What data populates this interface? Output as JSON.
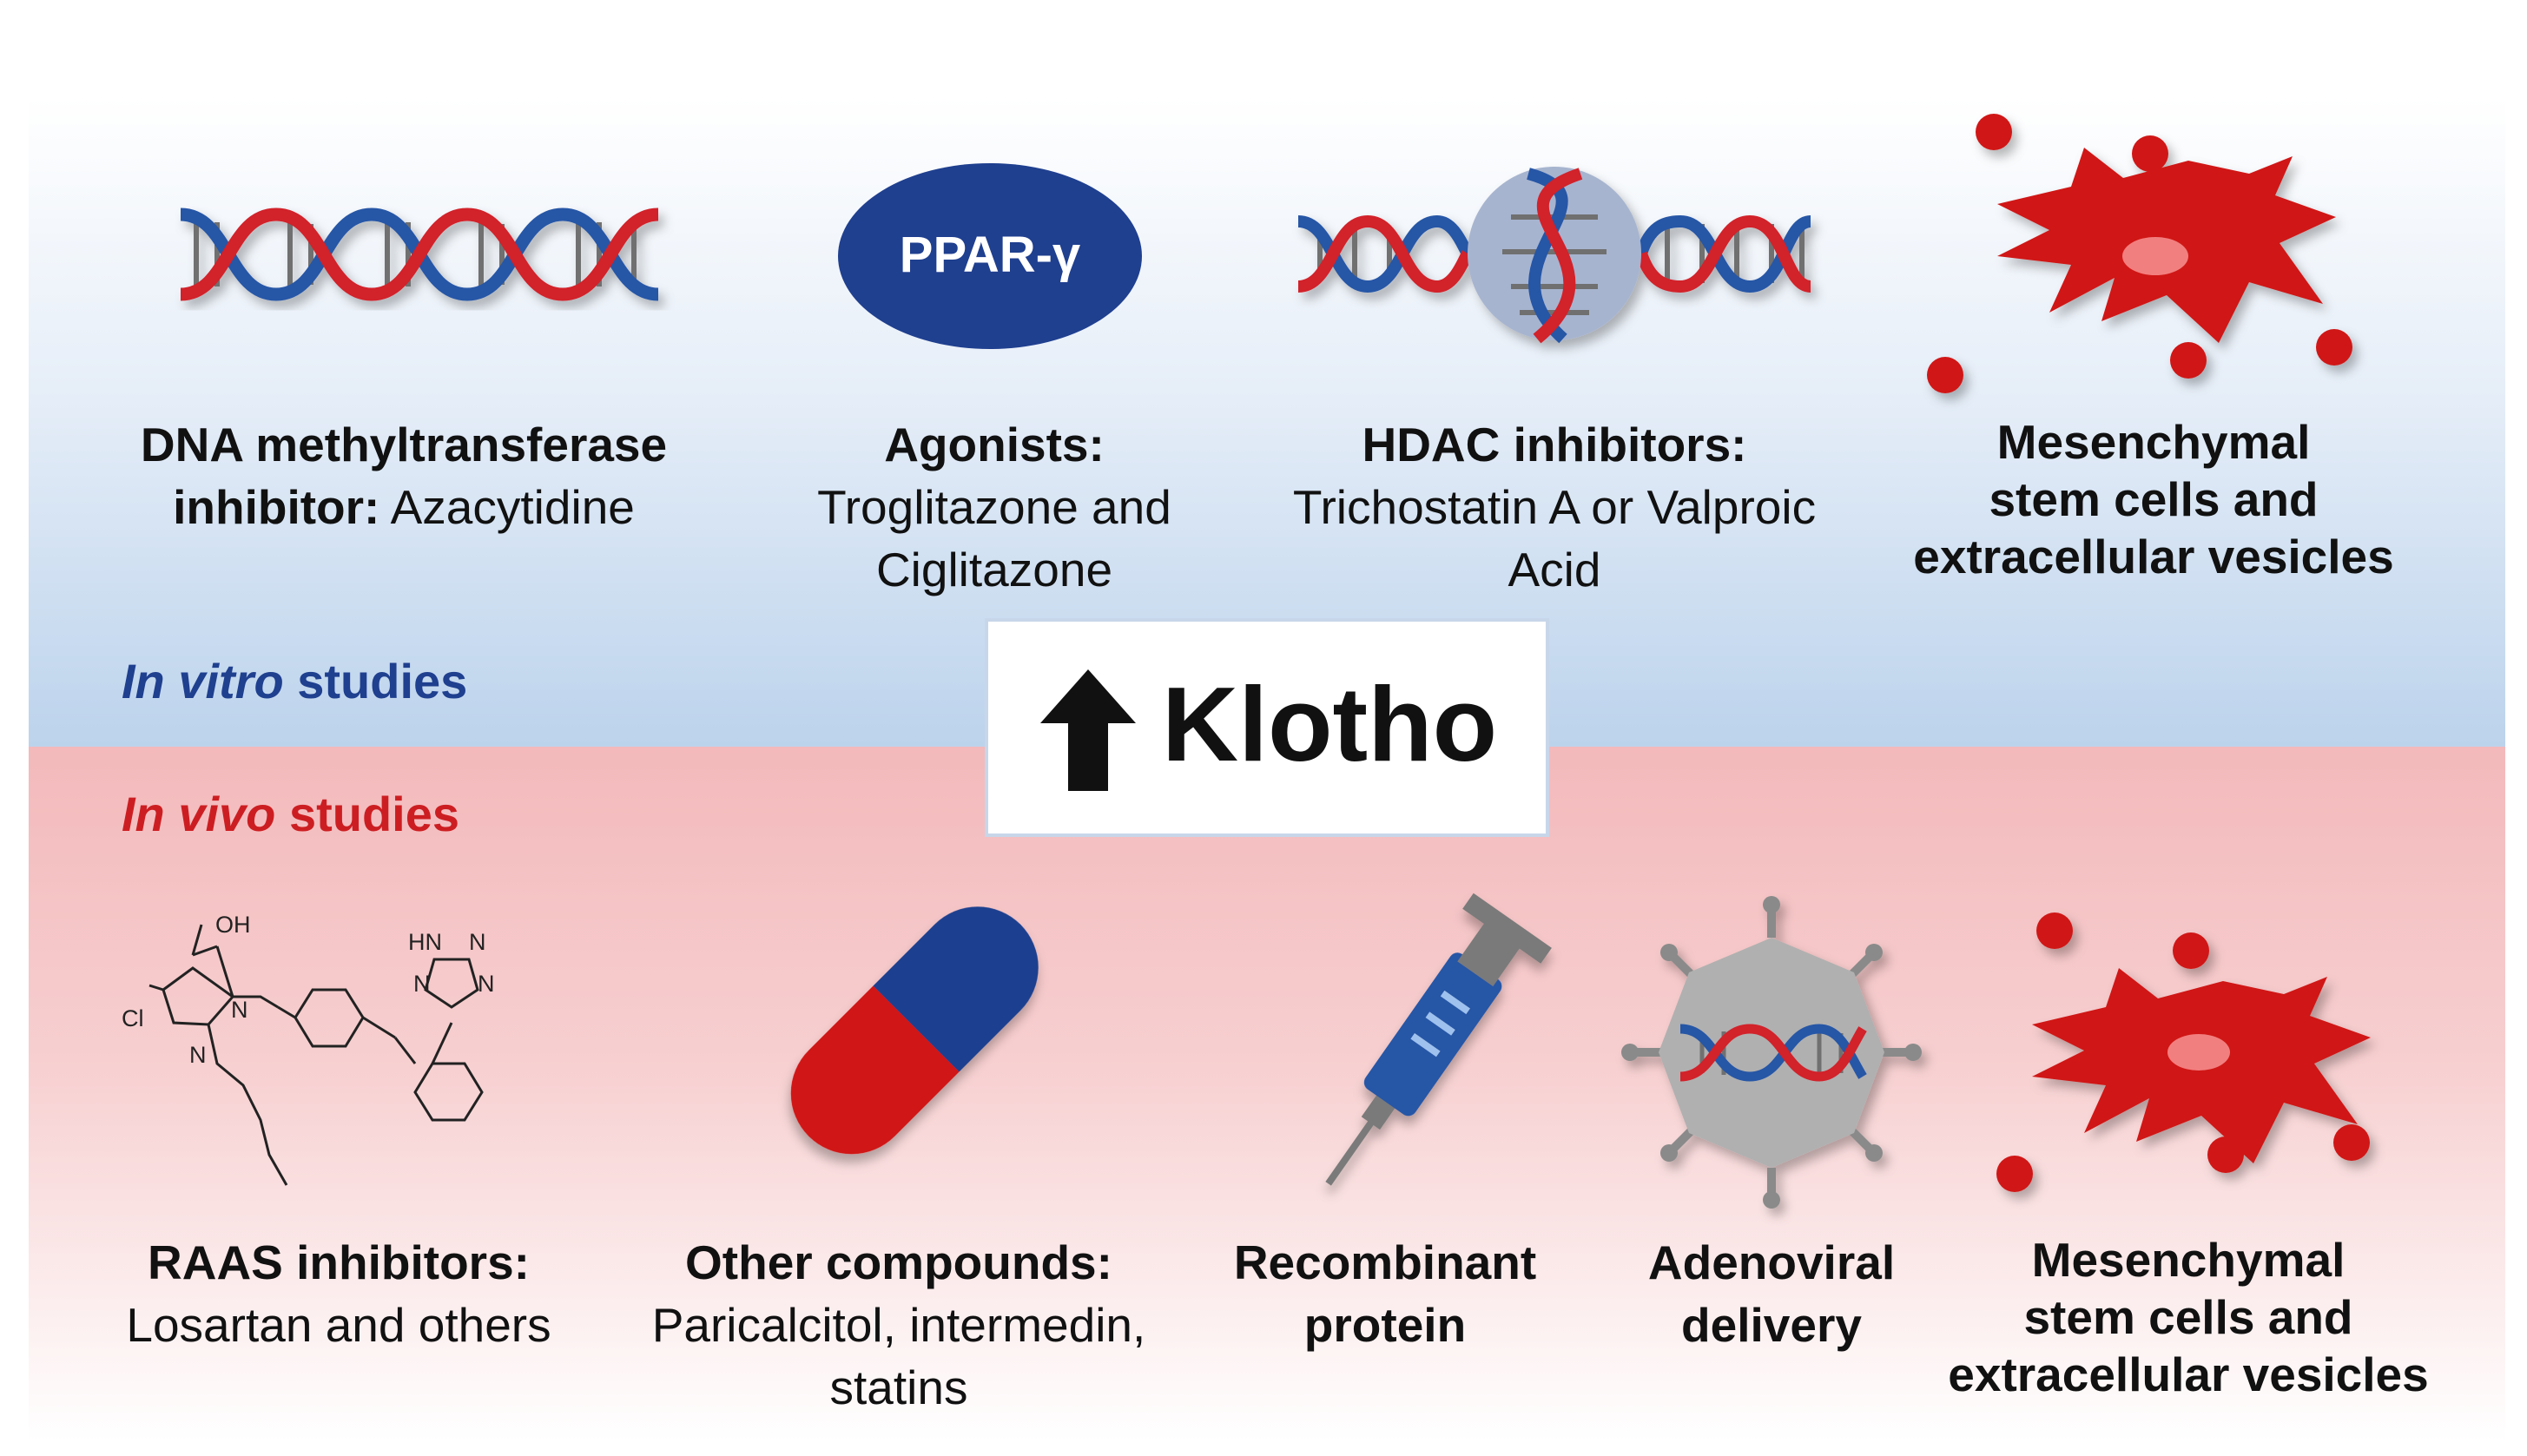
{
  "center": {
    "arrow": "up-arrow-icon",
    "label": "Klotho"
  },
  "sections": {
    "in_vitro": {
      "emph": "In vitro",
      "rest": " studies",
      "color": "#1f3f8f"
    },
    "in_vivo": {
      "emph": "In vivo",
      "rest": " studies",
      "color": "#cc1e22"
    }
  },
  "colors": {
    "dna_blue": "#2656a6",
    "dna_red": "#d2202a",
    "cell_red": "#d01818",
    "top_band": "#bcd3ec",
    "bottom_band": "#f3b9bb"
  },
  "in_vitro_items": [
    {
      "icon": "dna-icon",
      "title": "DNA methyltransferase",
      "title2": "inhibitor:",
      "detail": " Azacytidine"
    },
    {
      "icon": "ppar-gamma-icon",
      "badge": "PPAR-γ",
      "title": "Agonists:",
      "detail1": "Troglitazone and",
      "detail2": "Ciglitazone"
    },
    {
      "icon": "hdac-dna-icon",
      "title": "HDAC inhibitors:",
      "detail1": "Trichostatin A or Valproic",
      "detail2": "Acid"
    },
    {
      "icon": "stem-cell-icon",
      "title1": "Mesenchymal",
      "title2": "stem cells and",
      "title3": "extracellular vesicles"
    }
  ],
  "in_vivo_items": [
    {
      "icon": "losartan-structure-icon",
      "title": "RAAS inhibitors:",
      "detail": "Losartan and others",
      "atoms": {
        "oh": "OH",
        "cl": "Cl",
        "n1": "N",
        "n2": "N",
        "hn": "HN",
        "n3": "N",
        "n4": "N",
        "n5": "N"
      }
    },
    {
      "icon": "capsule-icon",
      "title": "Other compounds:",
      "detail1": "Paricalcitol, intermedin,",
      "detail2": "statins"
    },
    {
      "icon": "syringe-icon",
      "title1": "Recombinant",
      "title2": "protein"
    },
    {
      "icon": "adenovirus-icon",
      "title1": "Adenoviral",
      "title2": "delivery"
    },
    {
      "icon": "stem-cell-icon",
      "title1": "Mesenchymal",
      "title2": "stem cells and",
      "title3": "extracellular vesicles"
    }
  ]
}
